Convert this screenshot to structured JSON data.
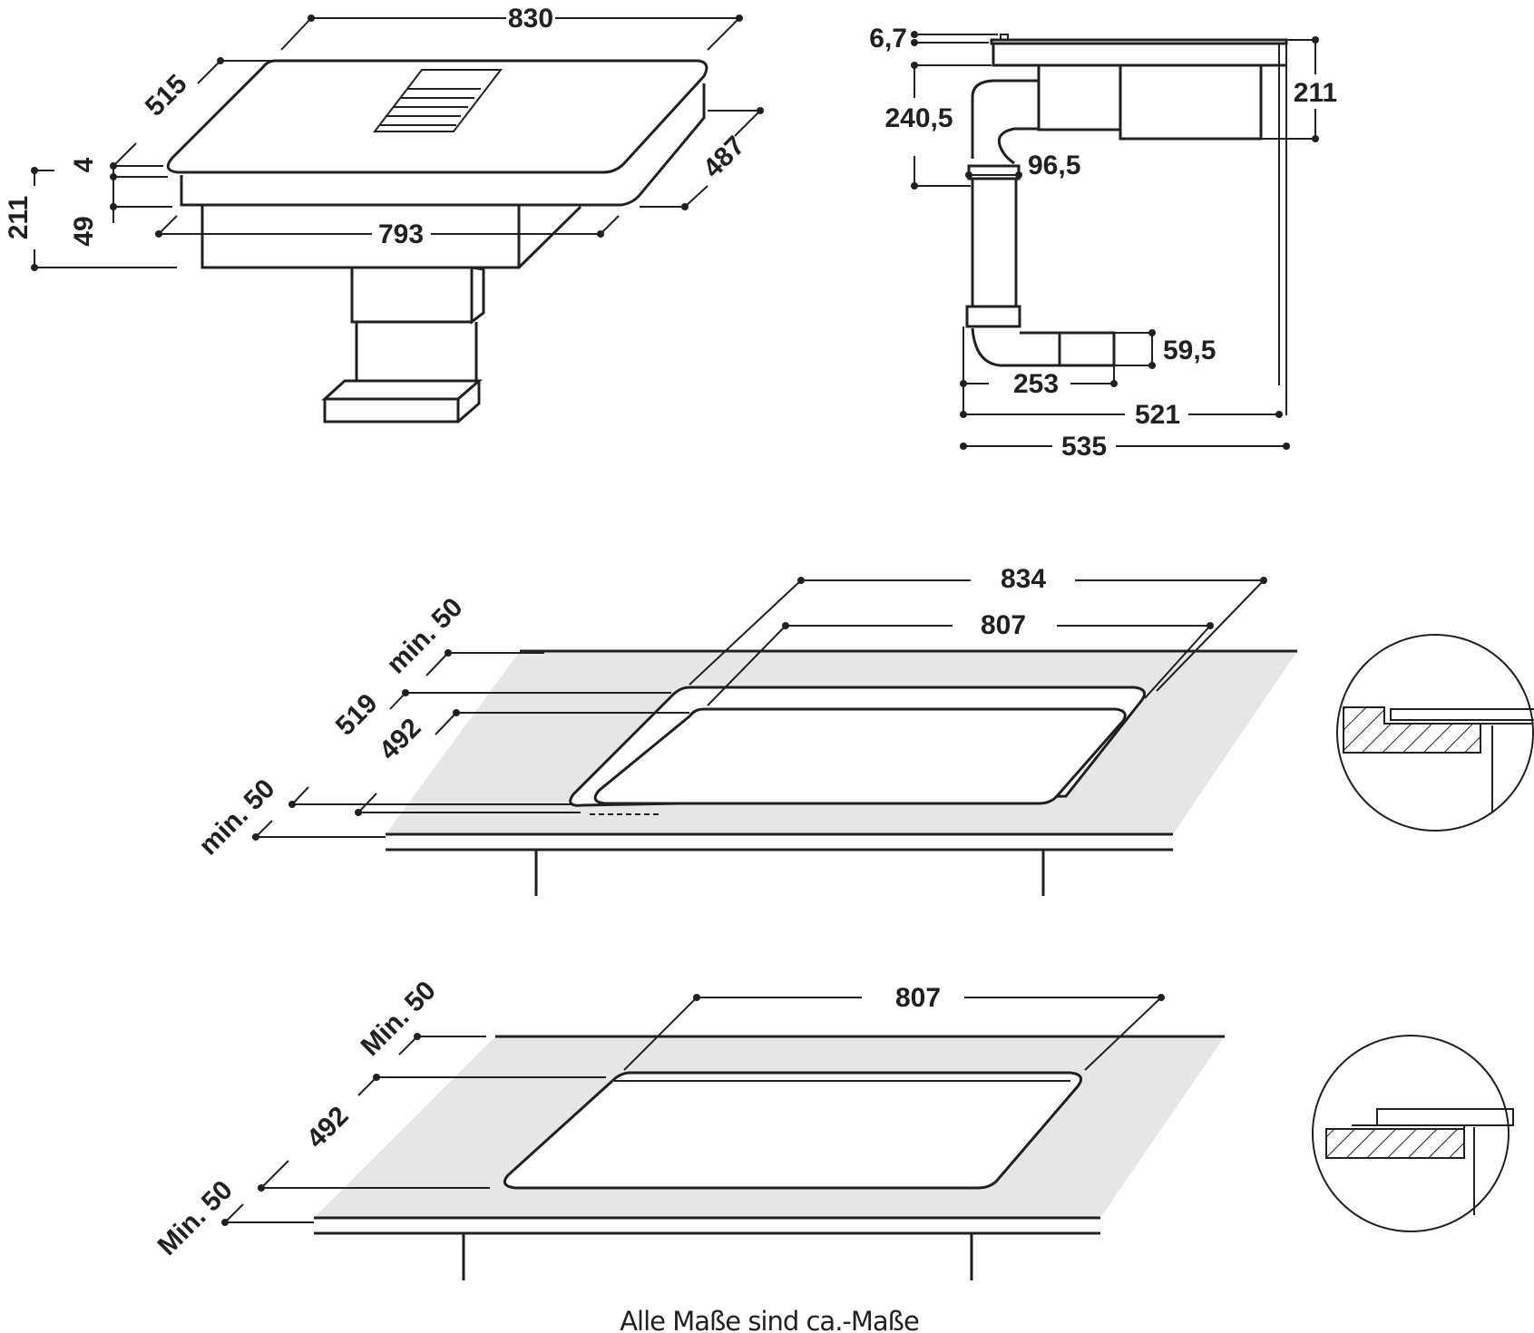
{
  "views": {
    "hob_perspective": {
      "width": "830",
      "depth": "515",
      "side_depth": "487",
      "glass_thickness": "4",
      "body_height": "49",
      "total_height": "211",
      "body_width": "793"
    },
    "side_section": {
      "top_offset": "6,7",
      "duct_height": "240,5",
      "duct_diameter": "96,5",
      "total_height": "211",
      "outlet_height": "59,5",
      "outlet_length": "253",
      "depth_521": "521",
      "depth_535": "535"
    },
    "cutout_flush": {
      "outer_width": "834",
      "inner_width": "807",
      "min_back": "min. 50",
      "outer_depth": "519",
      "inner_depth": "492",
      "min_front": "min. 50"
    },
    "cutout_standard": {
      "width": "807",
      "min_back": "Min. 50",
      "depth": "492",
      "min_front": "Min. 50"
    }
  },
  "caption": "Alle Maße sind ca.-Maße",
  "colors": {
    "line": "#231f20",
    "counter": "#e6e6e6"
  }
}
